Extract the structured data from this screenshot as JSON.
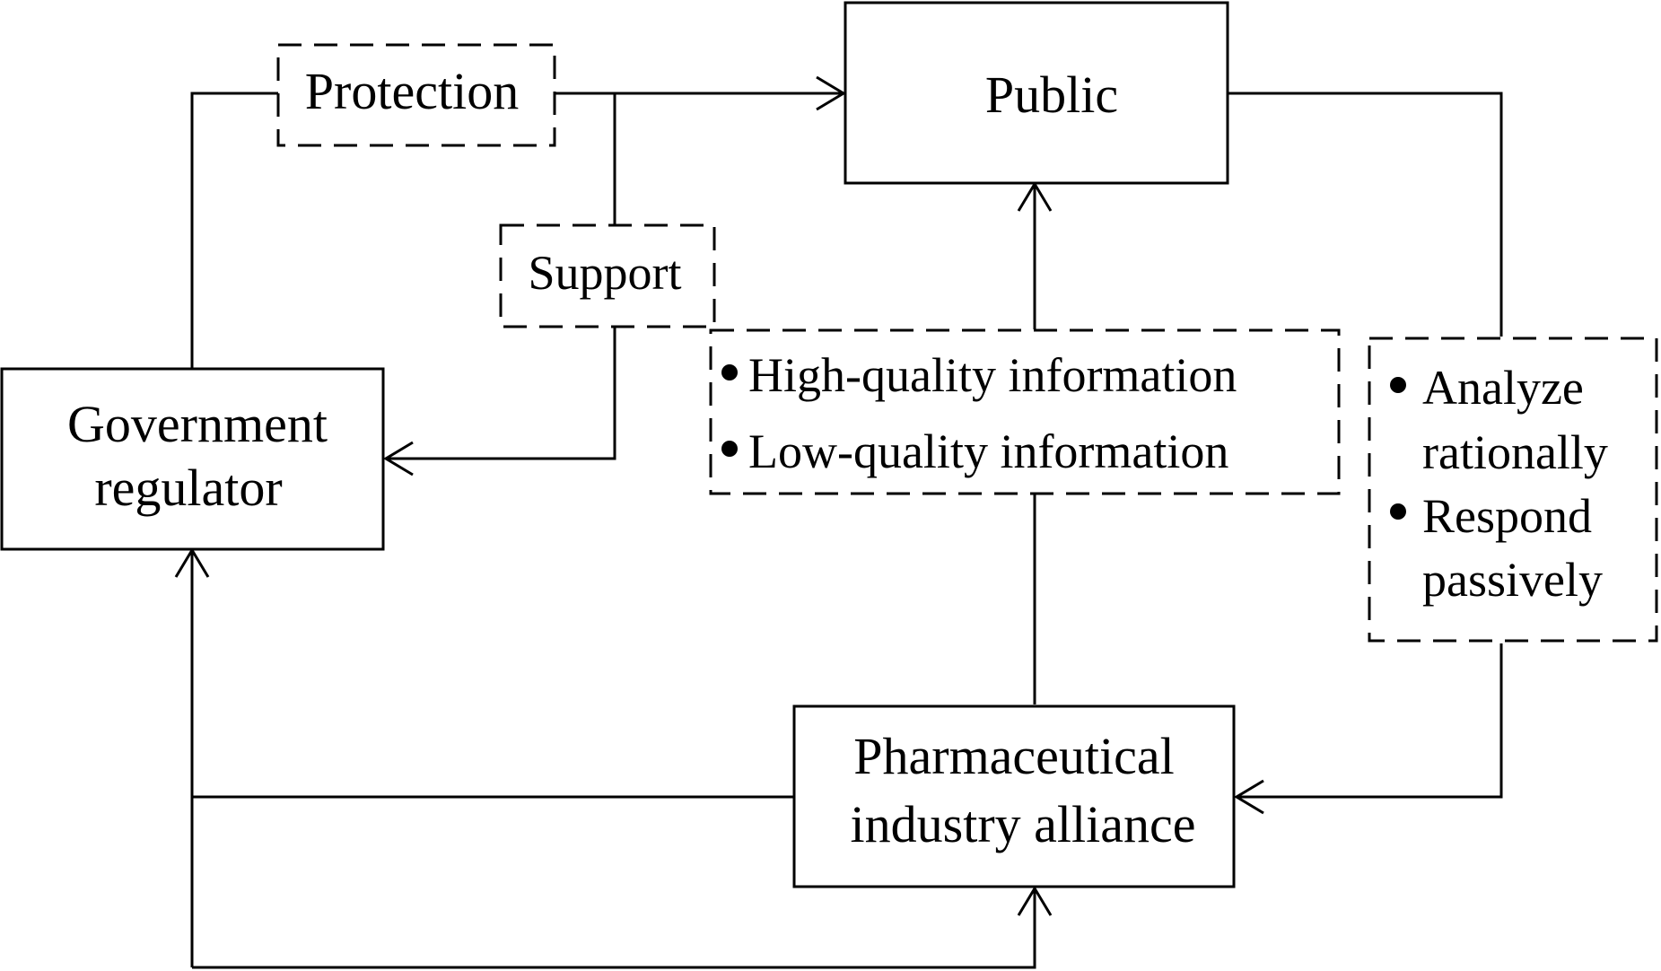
{
  "nodes": {
    "public": {
      "label": "Public"
    },
    "government": {
      "label_line1": "Government",
      "label_line2": "regulator"
    },
    "pharma": {
      "label_line1": "Pharmaceutical",
      "label_line2": "industry alliance"
    }
  },
  "edge_labels": {
    "protection": "Protection",
    "support": "Support"
  },
  "information_box": {
    "items": [
      "High-quality information",
      "Low-quality information"
    ]
  },
  "response_box": {
    "items": [
      {
        "line1": "Analyze",
        "line2": "rationally"
      },
      {
        "line1": "Respond",
        "line2": "passively"
      }
    ]
  },
  "colors": {
    "stroke": "#000000",
    "background": "#ffffff"
  }
}
